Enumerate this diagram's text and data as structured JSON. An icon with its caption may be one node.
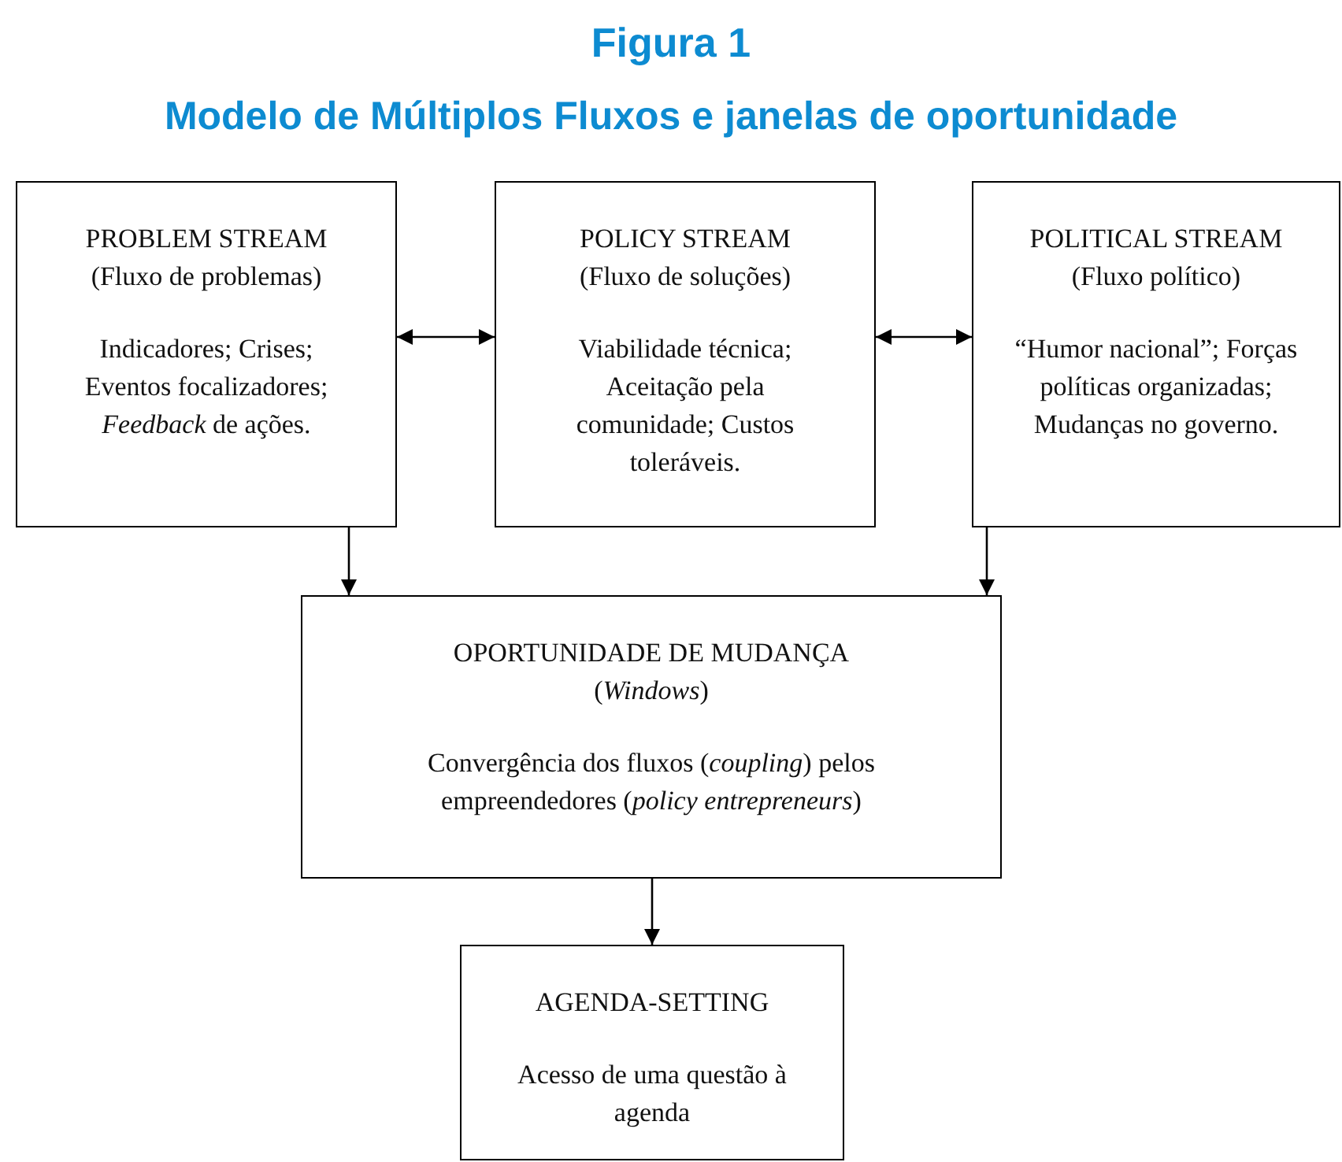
{
  "diagram": {
    "title": "Figura 1",
    "caption": "Modelo de Múltiplos Fluxos e janelas de oportunidade",
    "nodes": [
      {
        "text": [
          "PROBLEM STREAM",
          "(Fluxo de problemas)",
          "Indicadores; Crises; Eventos focalizadores; *Feedback* de ações."
        ]
      },
      {
        "text": [
          "POLICY STREAM",
          "(Fluxo de soluções)",
          "Viabilidade técnica; Aceitação pela comunidade; Custos toleráveis."
        ]
      },
      {
        "text": [
          "POLITICAL STREAM",
          "(Fluxo político)",
          "“Humor nacional”; Forças políticas organizadas; Mudanças no governo."
        ]
      },
      {
        "text": [
          "OPORTUNIDADE DE MUDANÇA",
          "(*Windows*)",
          "Convergência dos fluxos (*coupling*) pelos empreendedores (*policy entrepreneurs*)"
        ]
      },
      {
        "text": [
          "AGENDA-SETTING",
          "Acesso de uma questão à agenda"
        ]
      }
    ],
    "edges": [
      {
        "from": 0,
        "to": 1,
        "arrow": "both"
      },
      {
        "from": 1,
        "to": 2,
        "arrow": "both"
      },
      {
        "from": 0,
        "to": 3,
        "arrow": "to"
      },
      {
        "from": 2,
        "to": 3,
        "arrow": "to"
      },
      {
        "from": 3,
        "to": 4,
        "arrow": "to"
      }
    ]
  }
}
